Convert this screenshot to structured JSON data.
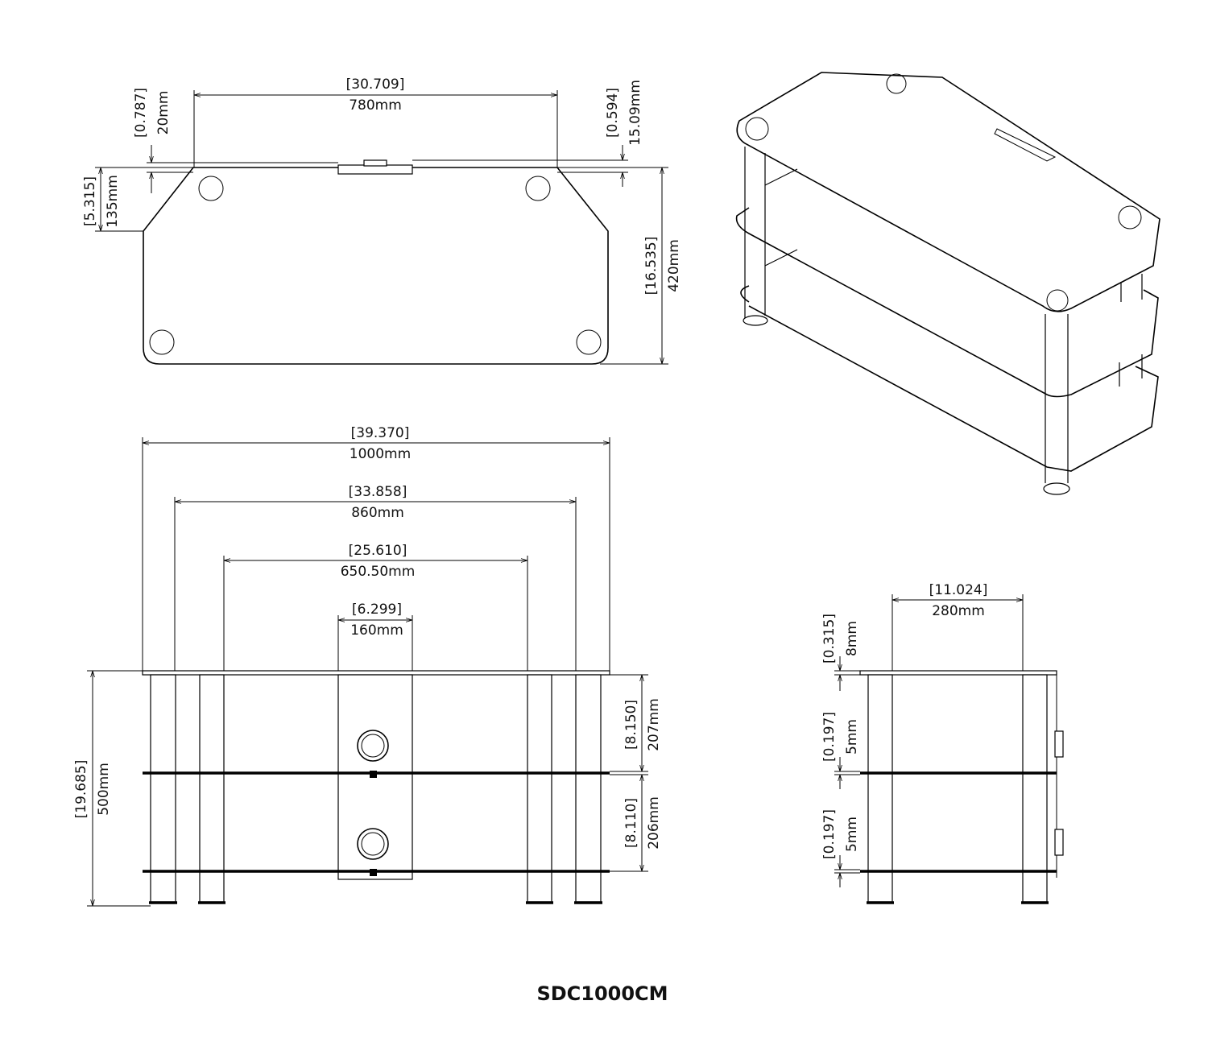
{
  "title": "SDC1000CM",
  "top_view": {
    "width": {
      "inch": "[30.709]",
      "mm": "780mm"
    },
    "handle_offset_left": {
      "inch": "[0.787]",
      "mm": "20mm"
    },
    "handle_offset_right": {
      "inch": "[0.594]",
      "mm": "15.09mm"
    },
    "chamfer_depth": {
      "inch": "[5.315]",
      "mm": "135mm"
    },
    "depth": {
      "inch": "[16.535]",
      "mm": "420mm"
    }
  },
  "front_view": {
    "overall_width": {
      "inch": "[39.370]",
      "mm": "1000mm"
    },
    "outer_leg_span": {
      "inch": "[33.858]",
      "mm": "860mm"
    },
    "inner_leg_span": {
      "inch": "[25.610]",
      "mm": "650.50mm"
    },
    "panel_width": {
      "inch": "[6.299]",
      "mm": "160mm"
    },
    "overall_height": {
      "inch": "[19.685]",
      "mm": "500mm"
    },
    "upper_gap": {
      "inch": "[8.150]",
      "mm": "207mm"
    },
    "lower_gap": {
      "inch": "[8.110]",
      "mm": "206mm"
    }
  },
  "side_view": {
    "leg_span": {
      "inch": "[11.024]",
      "mm": "280mm"
    },
    "top_thickness": {
      "inch": "[0.315]",
      "mm": "8mm"
    },
    "mid_thickness": {
      "inch": "[0.197]",
      "mm": "5mm"
    },
    "bottom_thickness": {
      "inch": "[0.197]",
      "mm": "5mm"
    }
  }
}
